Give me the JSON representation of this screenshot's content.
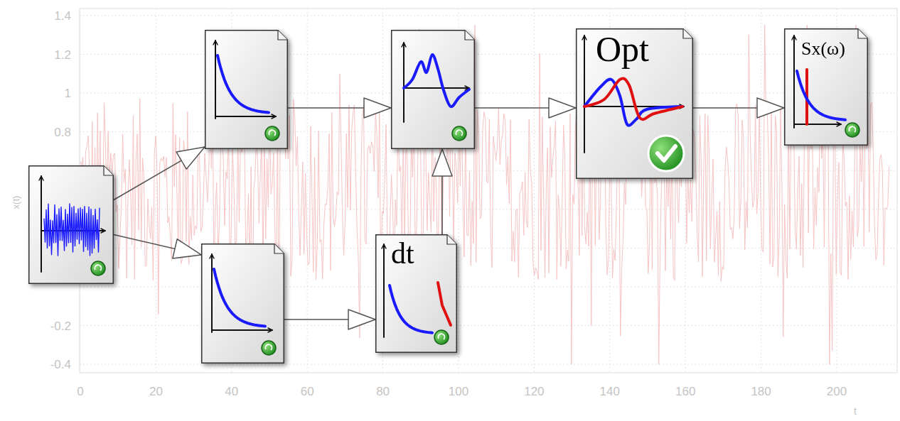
{
  "diagram": {
    "nodes": [
      {},
      {},
      {},
      {},
      {
        "text": [
          "dt"
        ]
      },
      {
        "text": [
          "Opt"
        ]
      },
      {
        "text": [
          "Sx(ω)"
        ]
      }
    ],
    "edges": [
      {
        "from": 0,
        "to": 1,
        "arrow": "to"
      },
      {
        "from": 0,
        "to": 2,
        "arrow": "to"
      },
      {
        "from": 1,
        "to": 3,
        "arrow": "to"
      },
      {
        "from": 2,
        "to": 4,
        "arrow": "to"
      },
      {
        "from": 4,
        "to": 3,
        "arrow": "to"
      },
      {
        "from": 3,
        "to": 5,
        "arrow": "to"
      },
      {
        "from": 5,
        "to": 6,
        "arrow": "to"
      }
    ],
    "labels": [
      "1.4",
      "1.2",
      "1",
      "0.8",
      "-0.2",
      "-0.4",
      "0",
      "20",
      "40",
      "60",
      "80",
      "100",
      "120",
      "140",
      "160",
      "180",
      "200",
      "x(t)",
      "t"
    ]
  }
}
